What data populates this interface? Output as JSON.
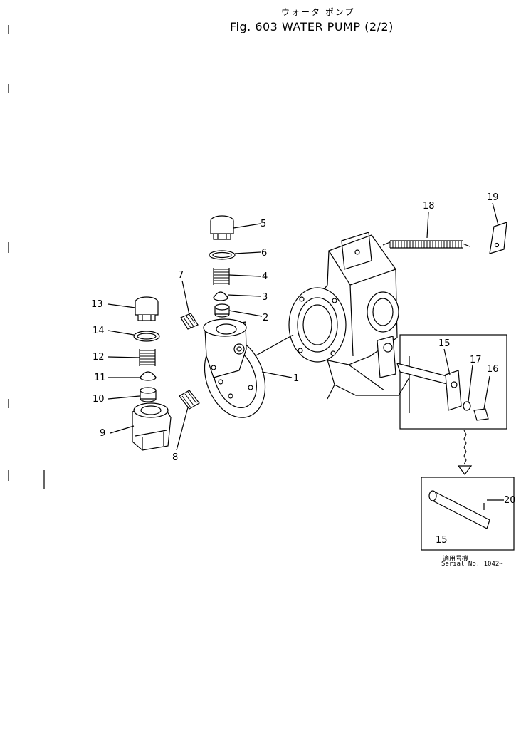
{
  "title_jp": "ウォータ ポンプ",
  "title": "Fig. 603 WATER PUMP (2/2)",
  "labels": [
    "1",
    "2",
    "3",
    "4",
    "5",
    "6",
    "7",
    "8",
    "9",
    "10",
    "11",
    "12",
    "13",
    "14",
    "15",
    "16",
    "17",
    "18",
    "19",
    "20"
  ],
  "note_jp": "適用号機",
  "note_serial": "Serial No. 1042~"
}
